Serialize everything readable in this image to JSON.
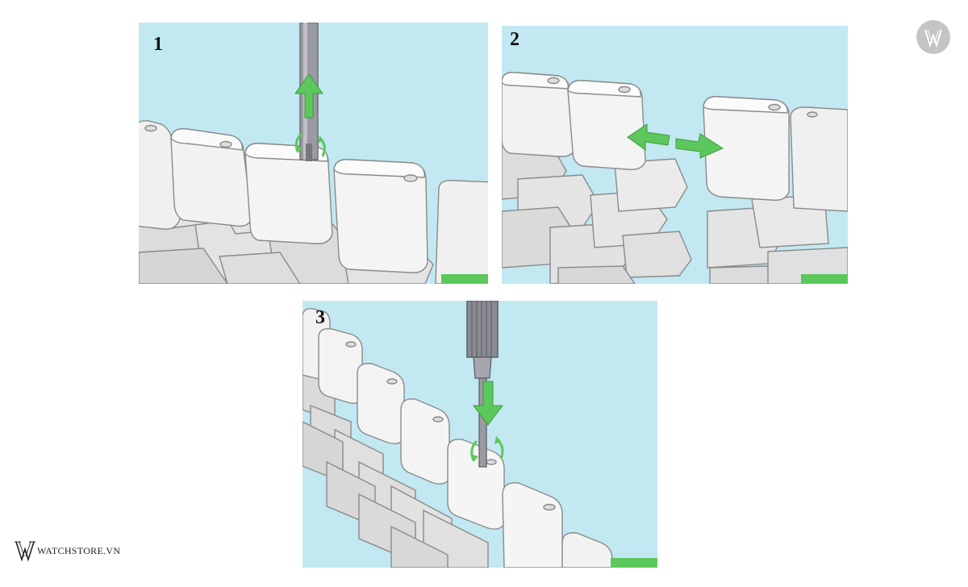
{
  "colors": {
    "sky": "#c2e8f2",
    "link_fill": "#efefef",
    "link_shade": "#cfcfcf",
    "outline": "#8a8a8a",
    "accent_green": "#5cc85c",
    "logo_gray": "#c4c4c4"
  },
  "panels": [
    {
      "step": "1",
      "action": "arrow-up-with-rotation",
      "icon": "screwdriver-remove-pin"
    },
    {
      "step": "2",
      "action": "double-arrow-separate",
      "icon": "links-separate"
    },
    {
      "step": "3",
      "action": "arrow-down-with-rotation",
      "icon": "screwdriver-insert-pin"
    }
  ],
  "brand": {
    "text": "WATCHSTORE.VN",
    "logo_icon": "w-monogram-icon"
  }
}
